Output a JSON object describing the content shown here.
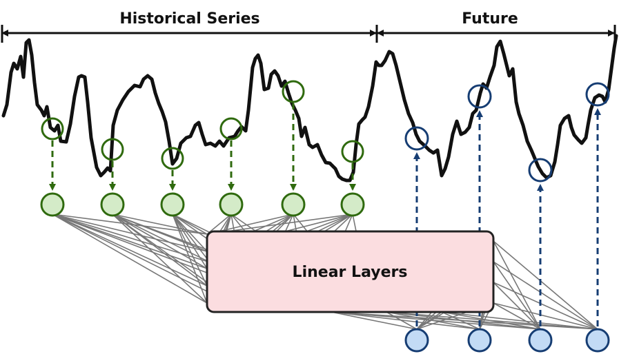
{
  "header": {
    "historical_label": "Historical Series",
    "future_label": "Future"
  },
  "box": {
    "label": "Linear Layers"
  },
  "colors": {
    "series": "#111111",
    "input_ring": "#2f6a0e",
    "input_fill": "#d4ebc8",
    "output_ring": "#163d73",
    "output_fill": "#c3dbf5",
    "box_fill": "#fbdde0",
    "box_stroke": "#222222",
    "connection": "#777777"
  },
  "nodes": {
    "input_count": 6,
    "output_count": 4
  }
}
